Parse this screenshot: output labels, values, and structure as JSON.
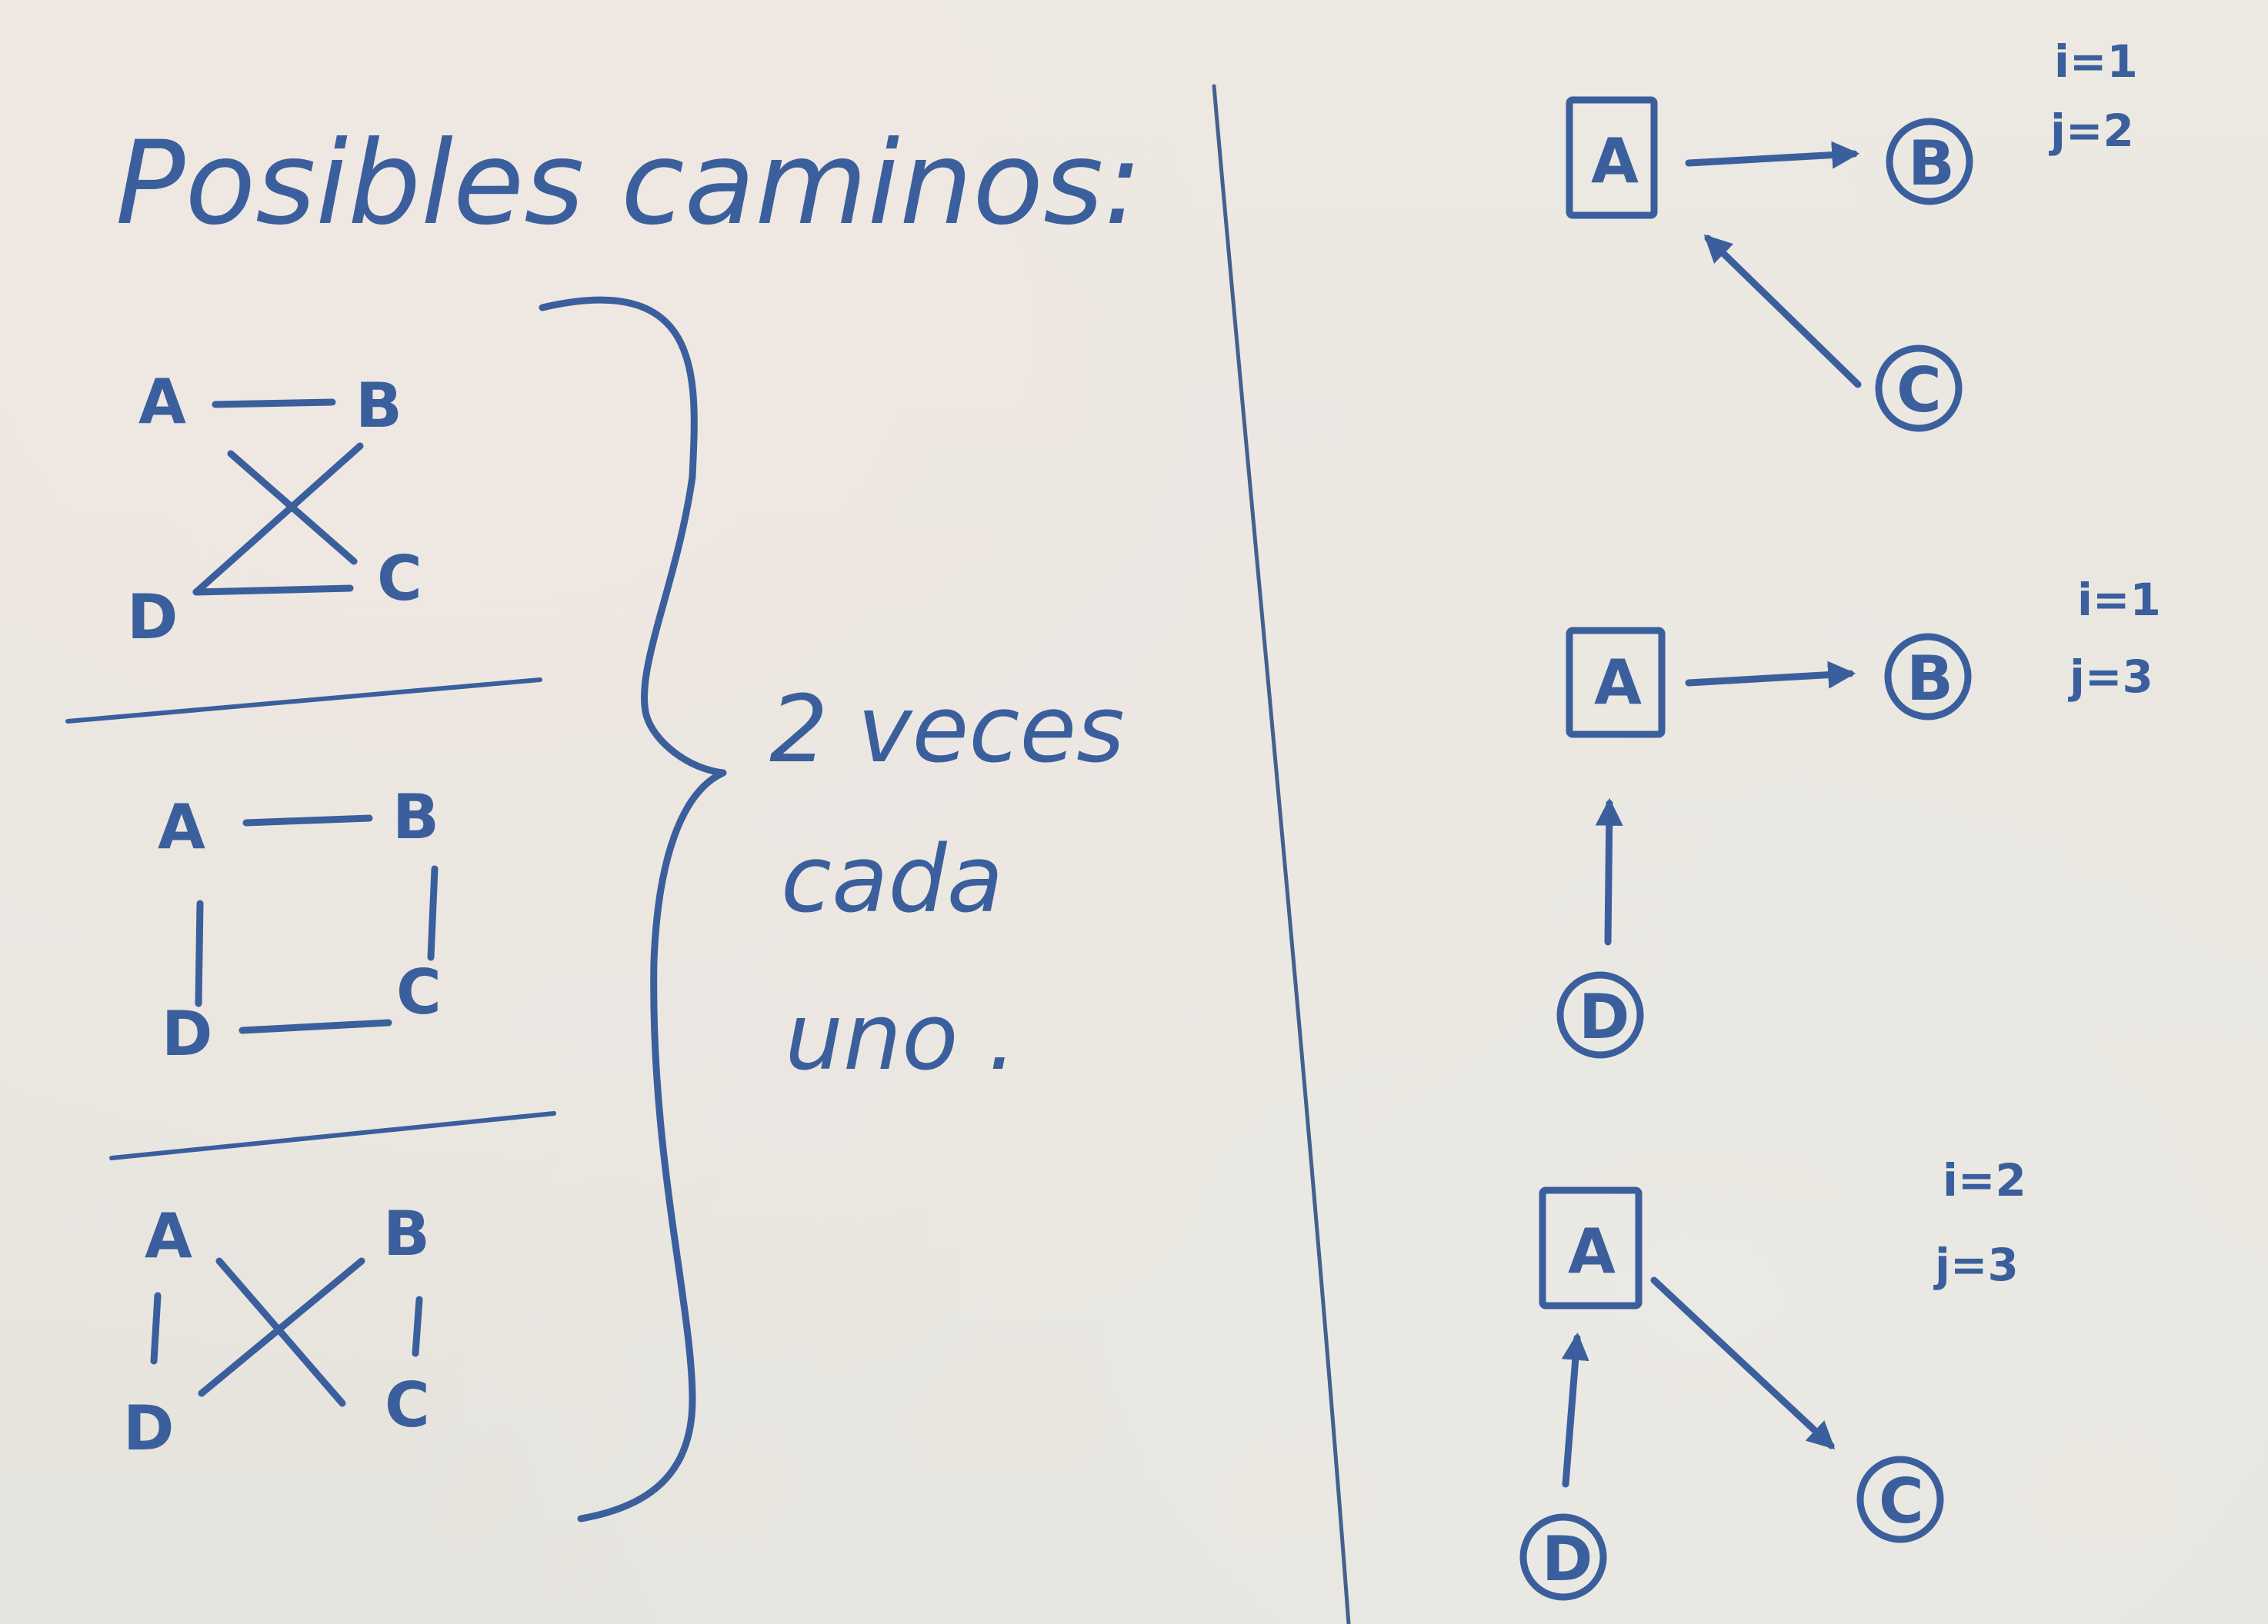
{
  "title": "Posibles caminos:",
  "note": [
    "2 veces",
    "cada",
    "uno ."
  ],
  "left_graphs": [
    {
      "labels": {
        "a": "A",
        "b": "B",
        "c": "C",
        "d": "D"
      }
    },
    {
      "labels": {
        "a": "A",
        "b": "B",
        "c": "C",
        "d": "D"
      }
    },
    {
      "labels": {
        "a": "A",
        "b": "B",
        "c": "C",
        "d": "D"
      }
    }
  ],
  "right_graphs": [
    {
      "nodes": {
        "a": "A",
        "b": "B",
        "c": "C"
      },
      "i": "i=1",
      "j": "j=2"
    },
    {
      "nodes": {
        "a": "A",
        "b": "B",
        "d": "D"
      },
      "i": "i=1",
      "j": "j=3"
    },
    {
      "nodes": {
        "a": "A",
        "c": "C",
        "d": "D"
      },
      "i": "i=2",
      "j": "j=3"
    }
  ]
}
